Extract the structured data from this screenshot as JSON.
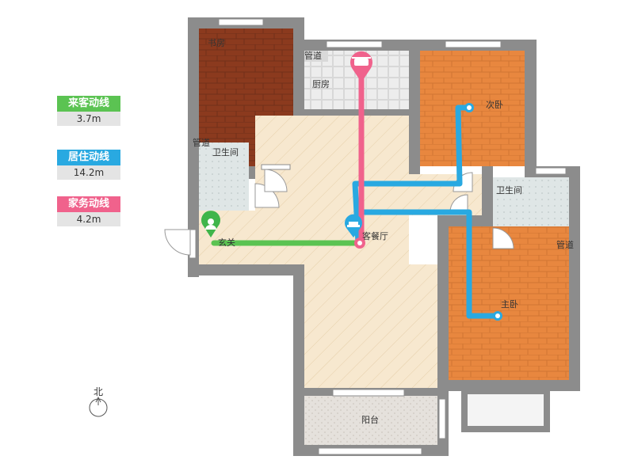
{
  "legend": [
    {
      "label": "来客动线",
      "value": "3.7m",
      "color": "#5bc352"
    },
    {
      "label": "居住动线",
      "value": "14.2m",
      "color": "#29a9e1"
    },
    {
      "label": "家务动线",
      "value": "4.2m",
      "color": "#f0628c"
    }
  ],
  "rooms": {
    "study": "书房",
    "kitchen": "厨房",
    "second_bedroom": "次卧",
    "bathroom_left": "卫生间",
    "bathroom_right": "卫生间",
    "entrance": "玄关",
    "living_dining": "客餐厅",
    "master_bedroom": "主卧",
    "balcony": "阳台",
    "duct_top": "管道",
    "duct_left": "管道",
    "duct_right": "管道"
  },
  "compass": {
    "label": "北"
  }
}
